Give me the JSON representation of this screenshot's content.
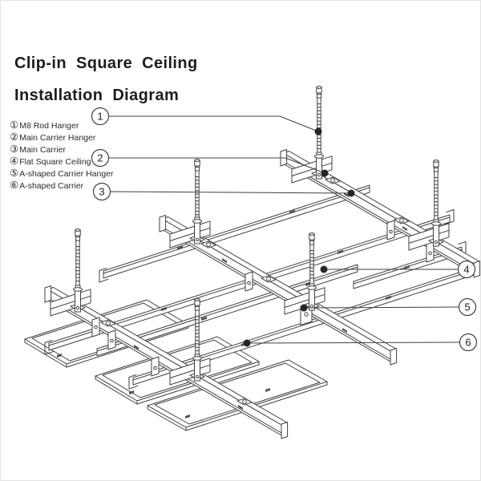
{
  "title": {
    "line1": "Clip-in Square Ceiling",
    "line2": "Installation Diagram"
  },
  "legend": {
    "items": [
      {
        "num": "①",
        "label": "M8 Rod Hanger"
      },
      {
        "num": "②",
        "label": "Main Carrier Hanger"
      },
      {
        "num": "③",
        "label": "Main Carrier"
      },
      {
        "num": "④",
        "label": "Flat Square Ceiling"
      },
      {
        "num": "⑤",
        "label": "A-shaped Carrier Hanger"
      },
      {
        "num": "⑥",
        "label": "A-shaped Carrier"
      }
    ]
  },
  "callouts": {
    "items": [
      {
        "num": "1",
        "target": "M8 Rod Hanger"
      },
      {
        "num": "2",
        "target": "Main Carrier Hanger"
      },
      {
        "num": "3",
        "target": "Main Carrier"
      },
      {
        "num": "4",
        "target": "Flat Square Ceiling"
      },
      {
        "num": "5",
        "target": "A-shaped Carrier Hanger"
      },
      {
        "num": "6",
        "target": "A-shaped Carrier"
      }
    ]
  },
  "colors": {
    "background": "#ffffff",
    "line": "#3f3f3f",
    "text": "#1d1d1d",
    "leader_dot": "#262626"
  }
}
